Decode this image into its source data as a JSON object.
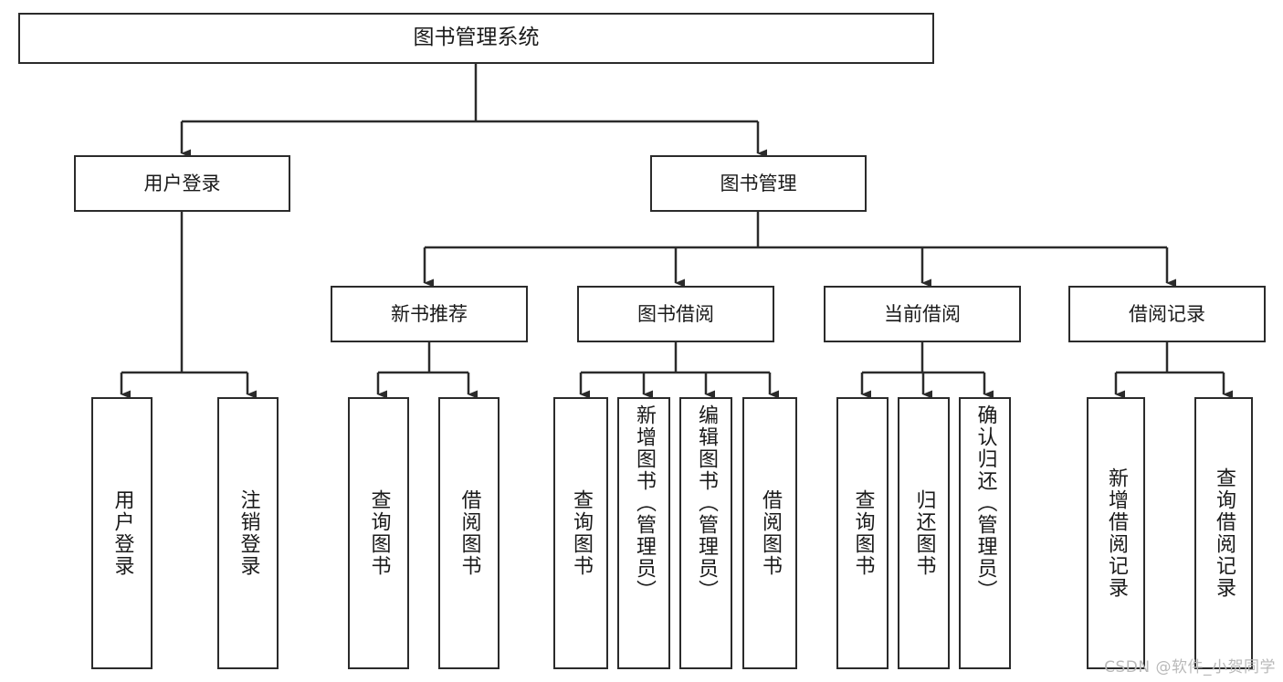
{
  "diagram": {
    "title": "图书管理系统",
    "type": "tree",
    "watermark": "CSDN @软件_小贺同学",
    "colors": {
      "box_border": "#2b2b2b",
      "box_fill": "#ffffff",
      "line": "#2b2b2b",
      "text": "#1a1a1a",
      "watermark": "#b9b9b9",
      "background": "#ffffff"
    },
    "root": {
      "id": "root",
      "label": "图书管理系统"
    },
    "level2": [
      {
        "id": "user-login",
        "label": "用户登录"
      },
      {
        "id": "book-manage",
        "label": "图书管理"
      }
    ],
    "level3": [
      {
        "id": "new-book-rec",
        "label": "新书推荐",
        "parent": "book-manage"
      },
      {
        "id": "book-borrow",
        "label": "图书借阅",
        "parent": "book-manage"
      },
      {
        "id": "current-borrow",
        "label": "当前借阅",
        "parent": "book-manage"
      },
      {
        "id": "borrow-record",
        "label": "借阅记录",
        "parent": "book-manage"
      }
    ],
    "leaves": {
      "user-login": [
        {
          "id": "leaf-user-login",
          "label": "用户登录"
        },
        {
          "id": "leaf-user-logout",
          "label": "注销登录"
        }
      ],
      "new-book-rec": [
        {
          "id": "leaf-query-book-1",
          "label": "查询图书"
        },
        {
          "id": "leaf-borrow-book-1",
          "label": "借阅图书"
        }
      ],
      "book-borrow": [
        {
          "id": "leaf-query-book-2",
          "label": "查询图书"
        },
        {
          "id": "leaf-add-book",
          "label": "新增图书（管理员）"
        },
        {
          "id": "leaf-edit-book",
          "label": "编辑图书（管理员）"
        },
        {
          "id": "leaf-borrow-book-2",
          "label": "借阅图书"
        }
      ],
      "current-borrow": [
        {
          "id": "leaf-query-book-3",
          "label": "查询图书"
        },
        {
          "id": "leaf-return-book",
          "label": "归还图书"
        },
        {
          "id": "leaf-confirm-return",
          "label": "确认归还（管理员）"
        }
      ],
      "borrow-record": [
        {
          "id": "leaf-add-record",
          "label": "新增借阅记录"
        },
        {
          "id": "leaf-query-record",
          "label": "查询借阅记录"
        }
      ]
    }
  }
}
